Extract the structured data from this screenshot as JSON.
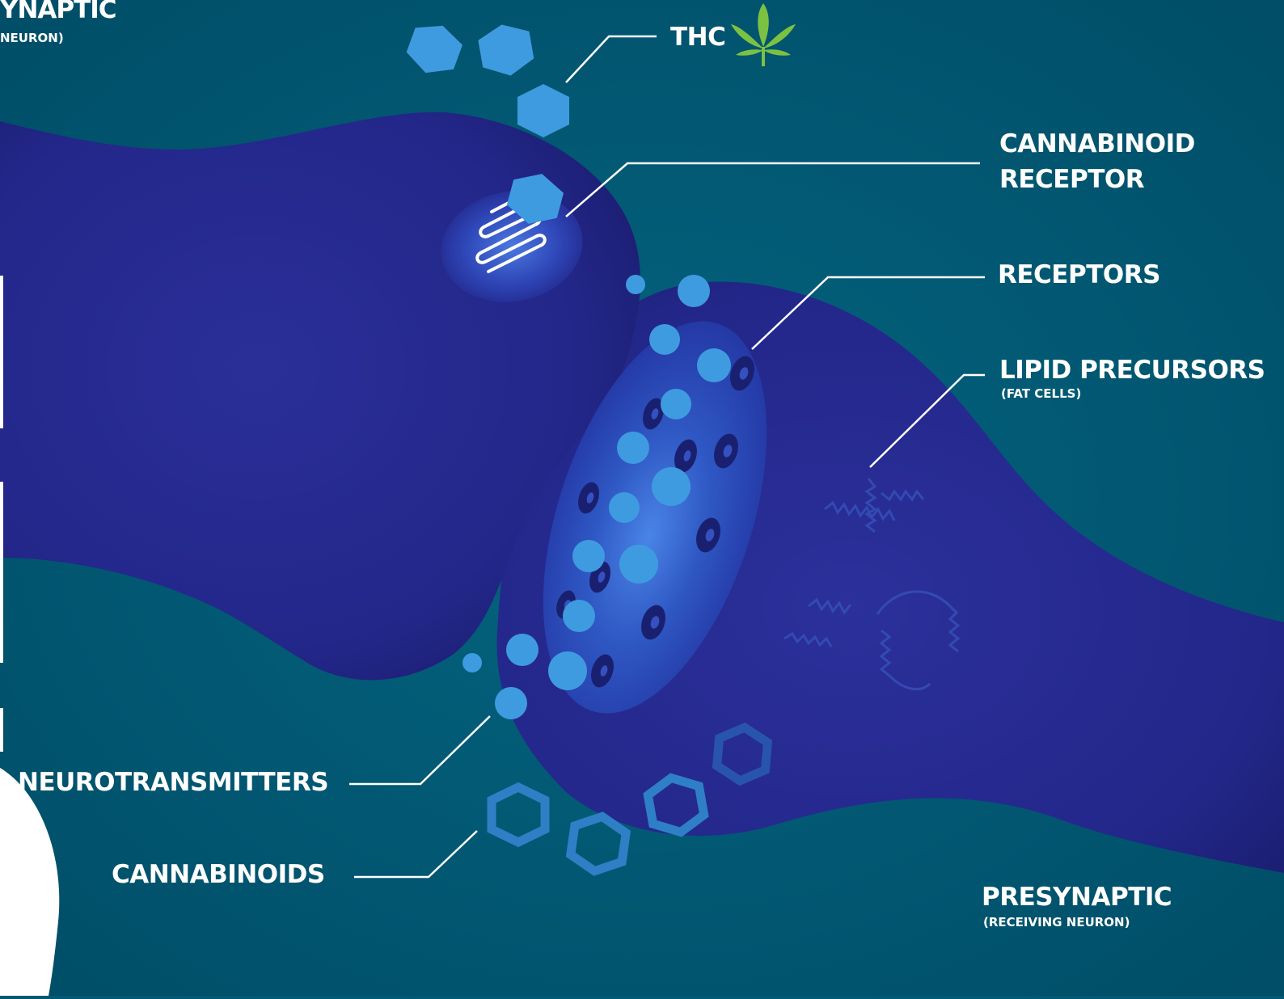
{
  "labels": {
    "postsynaptic_title": "YNAPTIC",
    "postsynaptic_sub": "NEURON)",
    "thc": "THC",
    "cannabinoid_receptor_line1": "CANNABINOID",
    "cannabinoid_receptor_line2": "RECEPTOR",
    "receptors": "RECEPTORS",
    "lipid_precursors": "LIPID PRECURSORS",
    "lipid_precursors_sub": "(FAT CELLS)",
    "neurotransmitters": "NEUROTRANSMITTERS",
    "cannabinoids": "CANNABINOIDS",
    "presynaptic_title": "PRESYNAPTIC",
    "presynaptic_sub": "(RECEIVING NEURON)"
  },
  "icons": [
    "cannabis-leaf-icon"
  ],
  "colors": {
    "background": "#005a75",
    "neuron": "#23278a",
    "molecule": "#3f9be0",
    "cannabinoid_outline": "#2f7fc6",
    "label": "#ffffff",
    "leaf": "#7cc242"
  }
}
